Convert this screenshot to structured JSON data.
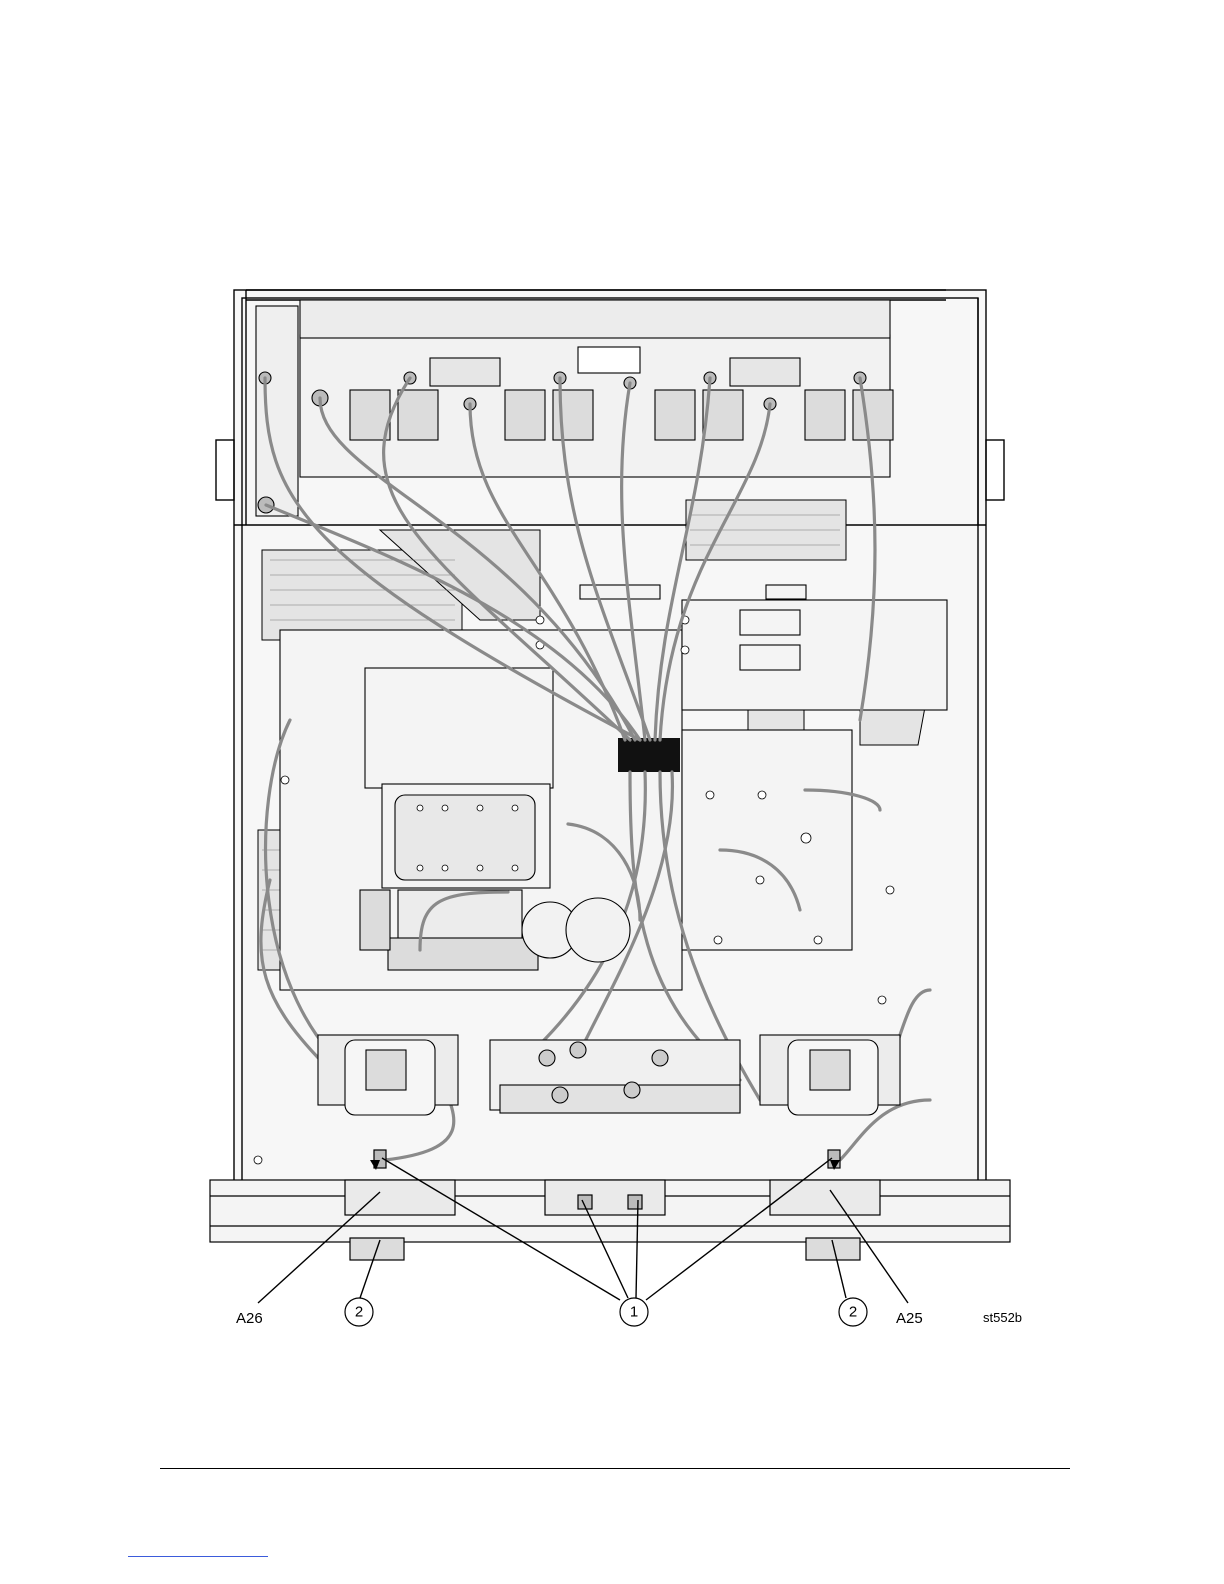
{
  "figure": {
    "callouts": {
      "a26": "A26",
      "a25": "A25",
      "one": "1",
      "two_left": "2",
      "two_right": "2"
    },
    "figure_id": "st552b"
  },
  "colors": {
    "line": "#000000",
    "panel_fill": "#f2f2f2",
    "part_fill": "#dcdcdc",
    "cable": "#8a8a8a",
    "dark_block": "#111111",
    "link_rule": "#3b5bdb"
  }
}
